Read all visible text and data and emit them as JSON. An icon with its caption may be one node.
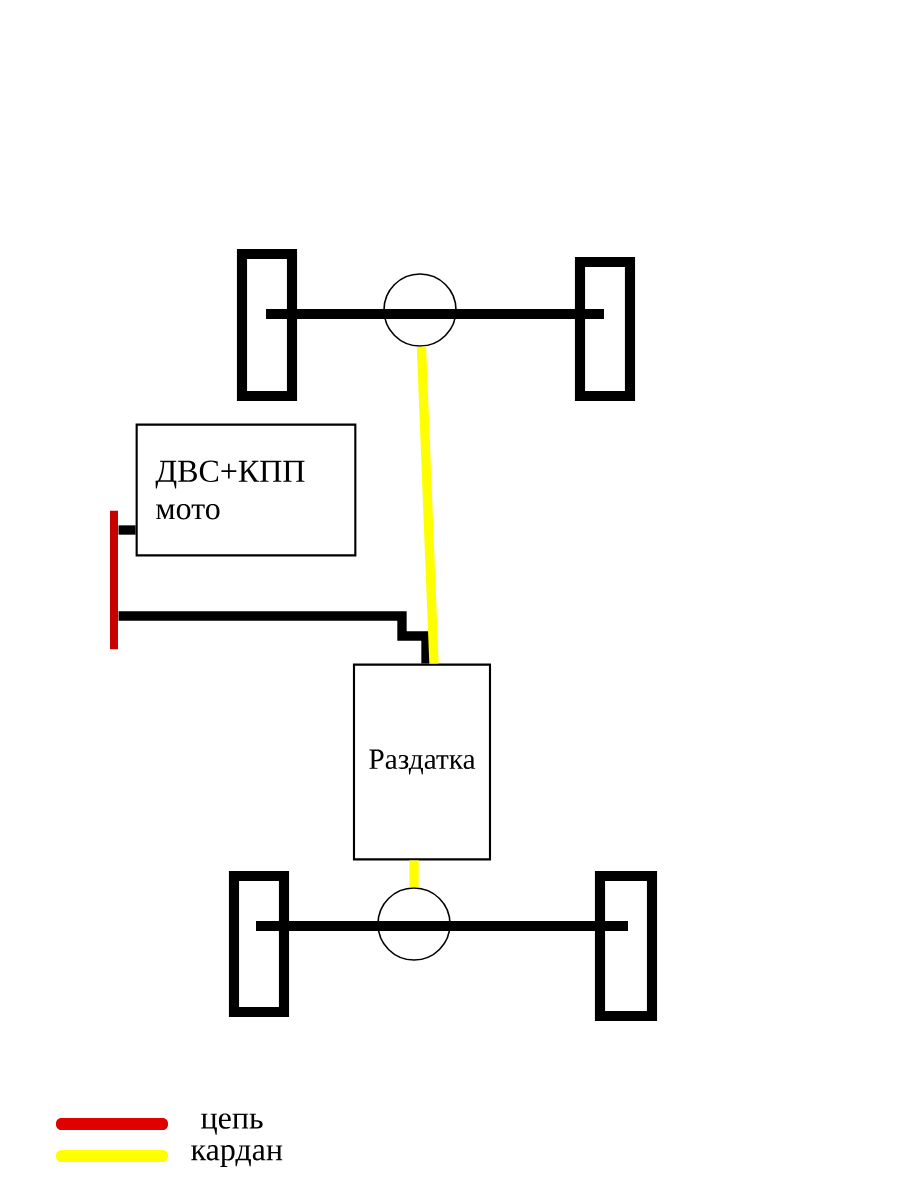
{
  "diagram": {
    "nodes": [
      {
        "text": [
          "ДВС+КПП мото"
        ]
      },
      {
        "text": [
          "Раздатка"
        ]
      },
      {
        "text": [],
        "shape": "circle"
      },
      {
        "text": [],
        "shape": "circle"
      },
      {
        "text": [],
        "shape": "bar"
      }
    ],
    "edges": [
      {
        "from": 0,
        "to": 4,
        "arrow": "none"
      },
      {
        "from": 4,
        "to": 1,
        "arrow": "none"
      },
      {
        "from": 1,
        "to": 2,
        "arrow": "none",
        "color": "#ffff00"
      },
      {
        "from": 1,
        "to": 3,
        "arrow": "none",
        "color": "#ffff00"
      }
    ],
    "legend": [
      {
        "text": "цепь",
        "color": "#e00000"
      },
      {
        "text": "кардан",
        "color": "#ffff00"
      }
    ]
  }
}
